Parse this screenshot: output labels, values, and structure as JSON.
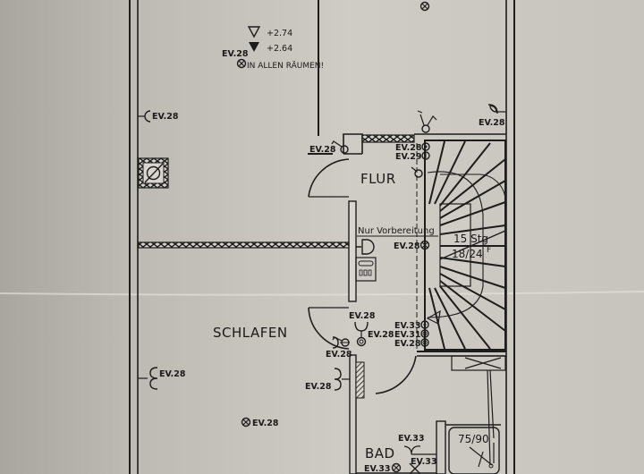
{
  "drawing": {
    "type": "architectural floor plan (photographed printout)",
    "paper_color": "#c9c6bf",
    "ink_color": "#1d1d1d"
  },
  "legend_marks": {
    "level_upper": "+2.74",
    "level_lower": "+2.64",
    "ev_label": "EV.28",
    "ceiling_light_note": "IN ALLEN RÄUMEN!"
  },
  "rooms": {
    "flur": "FLUR",
    "schlafen": "SCHLAFEN",
    "bad": "BAD"
  },
  "stair": {
    "steps": "15 Stg",
    "ratio": "18/24",
    "ratio_suffix": "F"
  },
  "notes": {
    "preparation": "Nur Vorbereitung"
  },
  "shower": {
    "size": "75/90"
  },
  "electrical_labels": {
    "top_left_socket": "EV.28",
    "top_right_socket": "EV.28",
    "flur_door_switch": "EV.28",
    "flur_outlet_1": "EV.28",
    "flur_outlet_2": "EV.29",
    "flur_light": "EV.28",
    "schlafen_switch_top": "EV.28",
    "schlafen_switch_right": "EV.28",
    "stair_outlet_1": "EV.33",
    "stair_outlet_2": "EV.31",
    "stair_outlet_3": "EV.28",
    "schlafen_switch_left": "EV.28",
    "schlafen_socket_right": "EV.28",
    "schlafen_socket_left": "EV.28",
    "schlafen_light": "EV.28",
    "bad_socket_1": "EV.33",
    "bad_socket_2": "EV.33",
    "bad_light": "EV.33"
  }
}
